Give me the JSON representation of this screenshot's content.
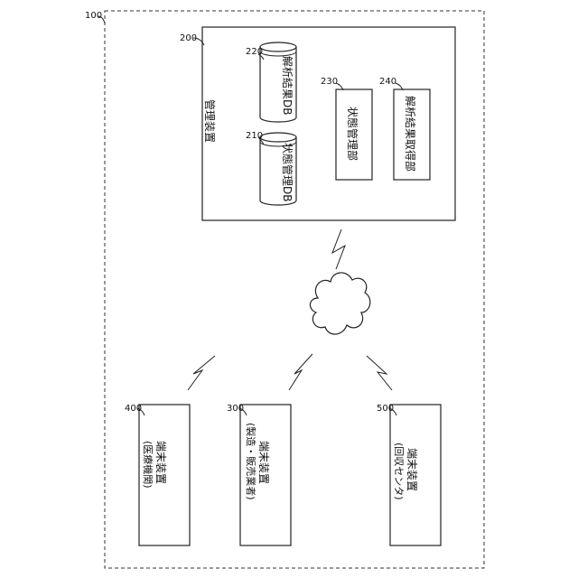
{
  "system": {
    "ref": "100"
  },
  "management_device": {
    "ref": "200",
    "label": "管理装置",
    "analysis_result_db": {
      "ref": "220",
      "label": "解析結果DB"
    },
    "state_management_db": {
      "ref": "210",
      "label": "状態管理DB"
    },
    "state_management_unit": {
      "ref": "230",
      "label": "状態管理部"
    },
    "analysis_result_acquisition_unit": {
      "ref": "240",
      "label": "解析結果取得部"
    }
  },
  "terminals": {
    "medical": {
      "ref": "400",
      "line1": "端末装置",
      "line2": "(医療機関)"
    },
    "manufacturer": {
      "ref": "300",
      "line1": "端末装置",
      "line2": "(製造・販売業者)"
    },
    "collection": {
      "ref": "500",
      "line1": "端末装置",
      "line2": "(回収センタ)"
    }
  }
}
